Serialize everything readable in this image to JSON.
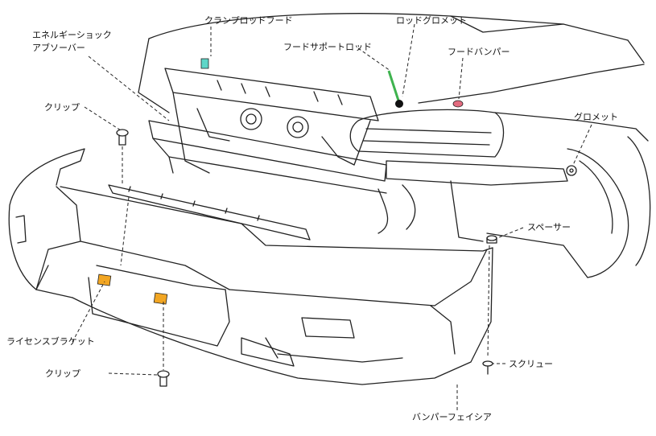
{
  "labels": {
    "clamp_rod_hood": "クランプロッドフード",
    "rod_grommet": "ロッドグロメット",
    "energy_absorber_1": "エネルギーショック",
    "energy_absorber_2": "アブソーバー",
    "hood_support_rod": "フードサポートロッド",
    "hood_bumper": "フードバンパー",
    "clip_top": "クリップ",
    "grommet": "グロメット",
    "spacer": "スペーサー",
    "license_bracket": "ライセンスブラケット",
    "screw": "スクリュー",
    "clip_bottom": "クリップ",
    "bumper_fascia": "バンパーフェイシア"
  },
  "colors": {
    "clamp_highlight": "#5fd6c8",
    "rod_green": "#3fb34f",
    "hood_bumper_pink": "#e36b7f",
    "bracket_orange": "#f2a623",
    "line": "#222222"
  }
}
